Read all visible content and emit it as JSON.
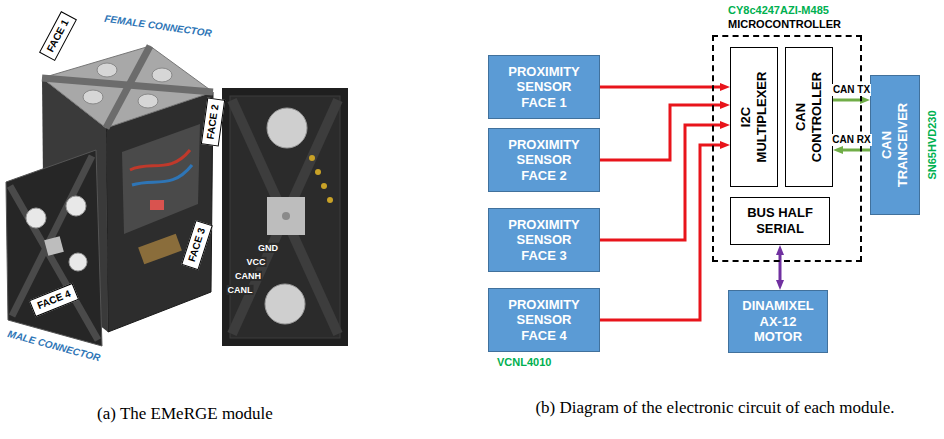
{
  "diagram": {
    "nodes": [
      {
        "text": [
          "FACE 1"
        ]
      },
      {
        "text": [
          "FACE 2"
        ]
      },
      {
        "text": [
          "FACE 3"
        ]
      },
      {
        "text": [
          "FACE 4"
        ]
      },
      {
        "text": [
          "PROXIMITY SENSOR FACE 1"
        ]
      },
      {
        "text": [
          "PROXIMITY SENSOR FACE 2"
        ]
      },
      {
        "text": [
          "PROXIMITY SENSOR FACE 3"
        ]
      },
      {
        "text": [
          "PROXIMITY SENSOR FACE 4"
        ]
      },
      {
        "text": [
          "CY8c4247AZI-M485",
          "MICROCONTROLLER"
        ]
      },
      {
        "text": [
          "I2C MULTIPLEXER"
        ],
        "in": 8
      },
      {
        "text": [
          "CAN CONTROLLER"
        ],
        "in": 8
      },
      {
        "text": [
          "BUS HALF SERIAL"
        ],
        "in": 8
      },
      {
        "text": [
          "CAN TRANCEIVER"
        ]
      },
      {
        "text": [
          "DINAMIXEL AX-12 MOTOR"
        ]
      }
    ],
    "edges": [
      {
        "from": 4,
        "to": 9,
        "arrow": "to"
      },
      {
        "from": 5,
        "to": 9,
        "arrow": "to"
      },
      {
        "from": 6,
        "to": 9,
        "arrow": "to"
      },
      {
        "from": 7,
        "to": 9,
        "arrow": "to"
      },
      {
        "from": 10,
        "to": 12,
        "label": "CAN TX",
        "arrow": "to"
      },
      {
        "from": 12,
        "to": 10,
        "label": "CAN RX",
        "arrow": "to"
      },
      {
        "from": 11,
        "to": 13,
        "arrow": "both"
      }
    ],
    "labels": [
      "FEMALE CONNECTOR",
      "MALE CONNECTOR",
      "GND",
      "VCC",
      "CANH",
      "CANL",
      "VCNL4010",
      "SN65HVD230",
      "(a) The EMeRGE module",
      "(b) Diagram of the electronic circuit of each module."
    ]
  }
}
